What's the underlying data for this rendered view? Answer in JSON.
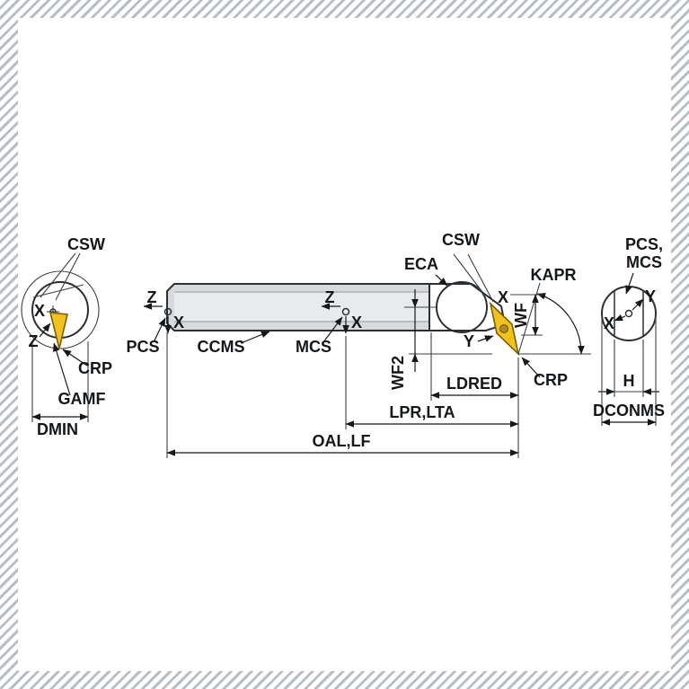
{
  "colors": {
    "insert": "#F2C11D",
    "insert_outline": "#7A5E00",
    "body": "#D7DADC",
    "body_highlight": "#E8EAEC",
    "stripe": "#B9BEC3"
  },
  "left_view": {
    "csw": "CSW",
    "x": "X",
    "z": "Z",
    "crp": "CRP",
    "gamf": "GAMF",
    "dmin": "DMIN"
  },
  "side_view": {
    "z_left": "Z",
    "x_left": "X",
    "pcs": "PCS",
    "ccms": "CCMS",
    "z_mid": "Z",
    "x_mid": "X",
    "mcs": "MCS",
    "eca": "ECA",
    "csw": "CSW",
    "kapr": "KAPR",
    "x_head": "X",
    "y_head": "Y",
    "wf": "WF",
    "wf2": "WF2",
    "ldred": "LDRED",
    "crp": "CRP"
  },
  "bottom_dimensions": {
    "lpr_lta": "LPR,LTA",
    "oal_lf": "OAL,LF"
  },
  "right_view": {
    "pcs_mcs_line1": "PCS,",
    "pcs_mcs_line2": "MCS",
    "y": "Y",
    "x": "X",
    "h": "H",
    "dconms": "DCONMS"
  }
}
